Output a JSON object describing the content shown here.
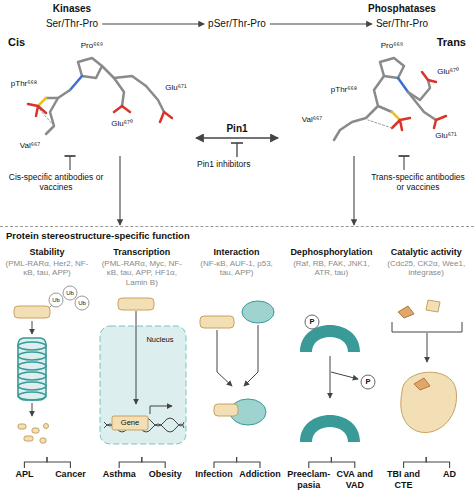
{
  "diagram": {
    "nodes": [
      {
        "text": [
          "Ser/Thr-Pro"
        ]
      },
      {
        "text": [
          "pSer/Thr-Pro"
        ]
      },
      {
        "text": [
          "Ser/Thr-Pro"
        ]
      },
      {
        "text": [
          "Cis"
        ]
      },
      {
        "text": [
          "Trans"
        ]
      },
      {
        "text": [
          "Cis-specific antibodies or vaccines"
        ]
      },
      {
        "text": [
          "Pin1 inhibitors"
        ]
      },
      {
        "text": [
          "Trans-specific antibodies or vaccines"
        ]
      },
      {
        "text": [
          "Protein stereostructure-specific function"
        ]
      },
      {
        "text": [
          "Stability",
          "(PML-RARα, Her2, NF-κB, tau, APP)"
        ],
        "in": 8
      },
      {
        "text": [
          "Transcription",
          "(PML-RARα, Myc, NF-κB, tau, APP, HF1α, Lamin B)"
        ],
        "in": 8
      },
      {
        "text": [
          "Interaction",
          "(NF-κB, AUF-1, p53, tau, APP)"
        ],
        "in": 8
      },
      {
        "text": [
          "Dephosphorylation",
          "(Raf, RB, FAK, JNK1, ATR, tau)"
        ],
        "in": 8
      },
      {
        "text": [
          "Catalytic activity",
          "(Cdc25, CK2α, Wee1, integrase)"
        ],
        "in": 8
      },
      {
        "text": [
          "APL"
        ],
        "in": 8
      },
      {
        "text": [
          "Cancer"
        ],
        "in": 8
      },
      {
        "text": [
          "Asthma"
        ],
        "in": 8
      },
      {
        "text": [
          "Obesity"
        ],
        "in": 8
      },
      {
        "text": [
          "Infection"
        ],
        "in": 8
      },
      {
        "text": [
          "Addiction"
        ],
        "in": 8
      },
      {
        "text": [
          "Preeclam- pasia"
        ],
        "in": 8
      },
      {
        "text": [
          "CVA and VAD"
        ],
        "in": 8
      },
      {
        "text": [
          "TBI and CTE"
        ],
        "in": 8
      },
      {
        "text": [
          "AD"
        ],
        "in": 8
      }
    ],
    "edges": [
      {
        "from": 0,
        "to": 1,
        "arrow": "to"
      },
      {
        "from": 1,
        "to": 2,
        "arrow": "to"
      },
      {
        "from": 3,
        "to": 4,
        "label": "Pin1",
        "arrow": "both"
      },
      {
        "from": 5,
        "to": 3,
        "arrow": "to"
      },
      {
        "from": 7,
        "to": 4,
        "arrow": "to"
      },
      {
        "from": 3,
        "to": 8,
        "arrow": "to"
      },
      {
        "from": 4,
        "to": 8,
        "arrow": "to"
      },
      {
        "from": 9,
        "to": 14,
        "arrow": "none"
      },
      {
        "from": 9,
        "to": 15,
        "arrow": "none"
      },
      {
        "from": 10,
        "to": 16,
        "arrow": "none"
      },
      {
        "from": 10,
        "to": 17,
        "arrow": "none"
      },
      {
        "from": 11,
        "to": 18,
        "arrow": "none"
      },
      {
        "from": 11,
        "to": 19,
        "arrow": "none"
      },
      {
        "from": 12,
        "to": 20,
        "arrow": "none"
      },
      {
        "from": 12,
        "to": 21,
        "arrow": "none"
      },
      {
        "from": 13,
        "to": 22,
        "arrow": "none"
      },
      {
        "from": 13,
        "to": 23,
        "arrow": "none"
      }
    ],
    "labels": [
      "Kinases",
      "Phosphatases",
      "Pro⁶⁶⁹",
      "pThr⁶⁶⁸",
      "Glu⁶⁷⁰",
      "Glu⁶⁷¹",
      "Val⁶⁶⁷",
      "Pro⁶⁶⁹",
      "Glu⁶⁷⁰",
      "pThr⁶⁶⁸",
      "Val⁶⁶⁷",
      "Glu⁶⁷¹",
      "Ub",
      "Ub",
      "Ub",
      "Nucleus",
      "Gene",
      "P",
      "P"
    ]
  }
}
